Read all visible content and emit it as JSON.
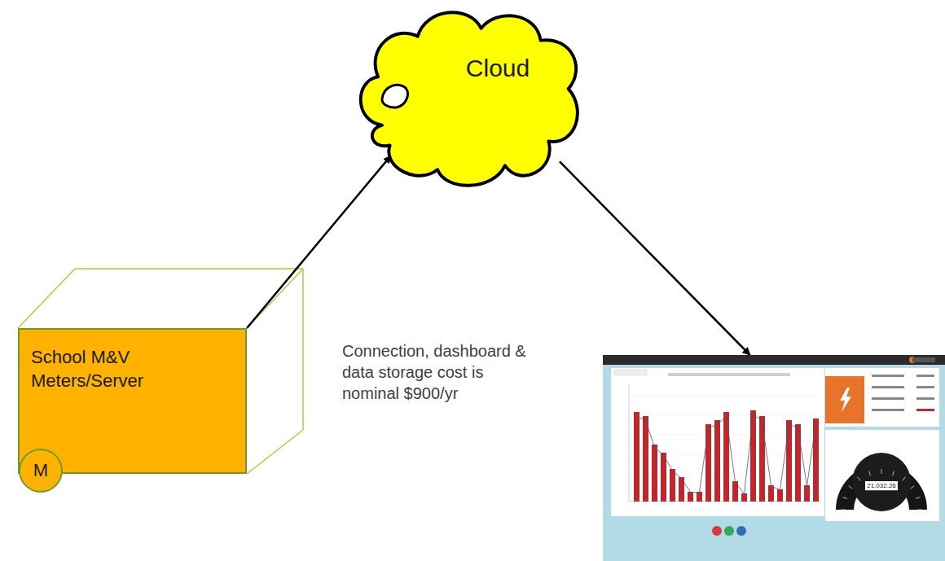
{
  "diagram": {
    "nodes": [
      {
        "text": [
          "Cloud"
        ]
      },
      {
        "text": [
          "School M&V Meters/Server"
        ]
      },
      {
        "text": [
          "M"
        ]
      },
      {
        "text": [
          "21,032.26"
        ]
      }
    ],
    "edges": [
      {
        "from": 1,
        "to": 0,
        "arrow": "to"
      },
      {
        "from": 0,
        "to": 3,
        "arrow": "to"
      }
    ],
    "labels": [
      "Connection, dashboard & data storage cost is nominal $900/yr"
    ]
  }
}
